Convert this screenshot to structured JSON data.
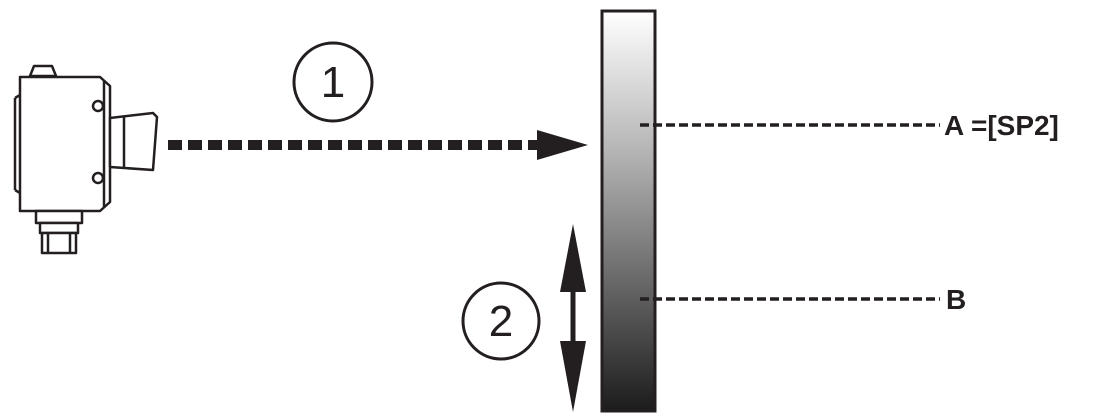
{
  "steps": {
    "step1": "1",
    "step2": "2"
  },
  "labels": {
    "point_a": "A =[SP2]",
    "point_b": "B"
  },
  "colors": {
    "ink": "#231f20",
    "target_gradient_top": "#ffffff",
    "target_gradient_bottom": "#1c1c1c"
  },
  "icons": {
    "sensor": "photoelectric-sensor-icon",
    "beam": "dashed-arrow-icon",
    "movement": "double-arrow-icon"
  }
}
